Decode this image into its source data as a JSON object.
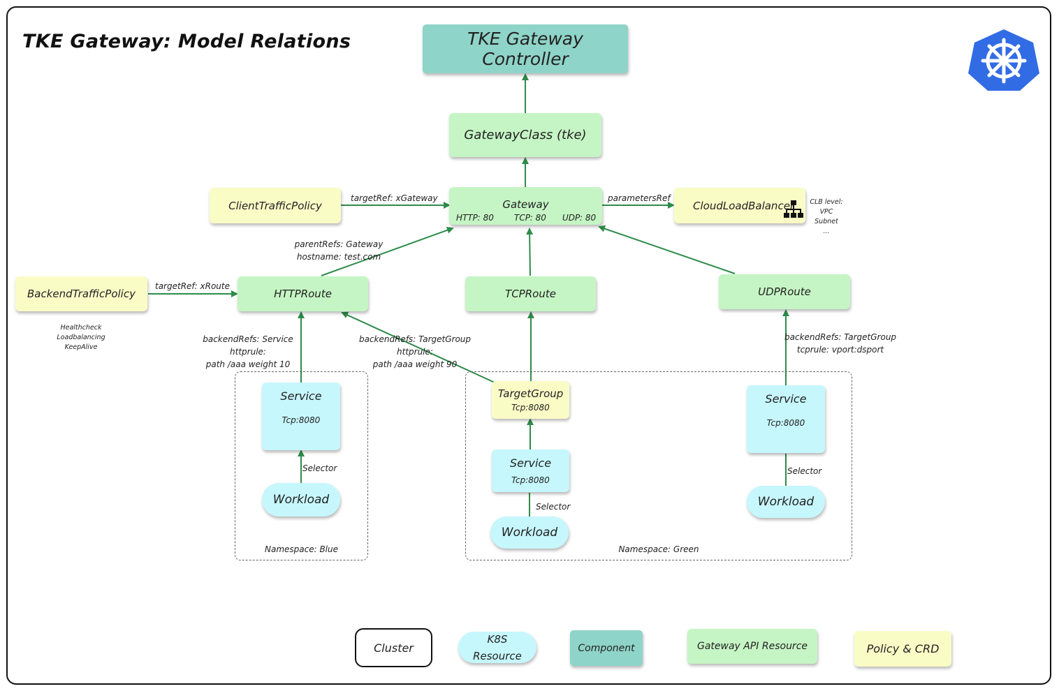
{
  "title": "TKE Gateway: Model Relations",
  "controller": "TKE Gateway Controller",
  "gateway_class": "GatewayClass (tke)",
  "gateway": {
    "name": "Gateway",
    "ports": [
      "HTTP: 80",
      "TCP: 80",
      "UDP: 80"
    ]
  },
  "client_traffic_policy": "ClientTrafficPolicy",
  "backend_traffic_policy": "BackendTrafficPolicy",
  "cloud_load_balancer": "CloudLoadBalancer",
  "clb_notes": [
    "CLB level:",
    "VPC",
    "Subnet",
    "..."
  ],
  "backend_policy_notes": [
    "Healthcheck",
    "Loadbalancing",
    "KeepAlive"
  ],
  "routes": {
    "http": "HTTPRoute",
    "tcp": "TCPRoute",
    "udp": "UDPRoute"
  },
  "edge_labels": {
    "client_target": "targetRef: xGateway",
    "params": "parametersRef",
    "backend_target": "targetRef: xRoute",
    "parent_refs": [
      "parentRefs: Gateway",
      "hostname: test.com"
    ],
    "http_backend_service": [
      "backendRefs: Service",
      "httprule:",
      "path /aaa weight 10"
    ],
    "http_backend_tg": [
      "backendRefs: TargetGroup",
      "httprule:",
      "path /aaa weight 90"
    ],
    "udp_backend": [
      "backendRefs: TargetGroup",
      "tcprule: vport:dsport"
    ],
    "selector": "Selector"
  },
  "namespaces": {
    "blue": "Namespace: Blue",
    "green": "Namespace: Green"
  },
  "blue_service": {
    "name": "Service",
    "port": "Tcp:8080"
  },
  "target_group": {
    "name": "TargetGroup",
    "port": "Tcp:8080"
  },
  "green_service": {
    "name": "Service",
    "port": "Tcp:8080"
  },
  "udp_service": {
    "name": "Service",
    "port": "Tcp:8080"
  },
  "workload": "Workload",
  "legend": {
    "cluster": "Cluster",
    "k8s_resource": [
      "K8S",
      "Resource"
    ],
    "component": "Component",
    "gateway_api_resource": "Gateway API Resource",
    "policy_crd": "Policy & CRD"
  },
  "colors": {
    "gateway_api": "#c5f5c4",
    "policy": "#fafcc6",
    "component": "#8fd4c8",
    "k8s": "#c6f7fc",
    "arrow": "#2e8b4a",
    "k8s_logo": "#326ce5"
  }
}
